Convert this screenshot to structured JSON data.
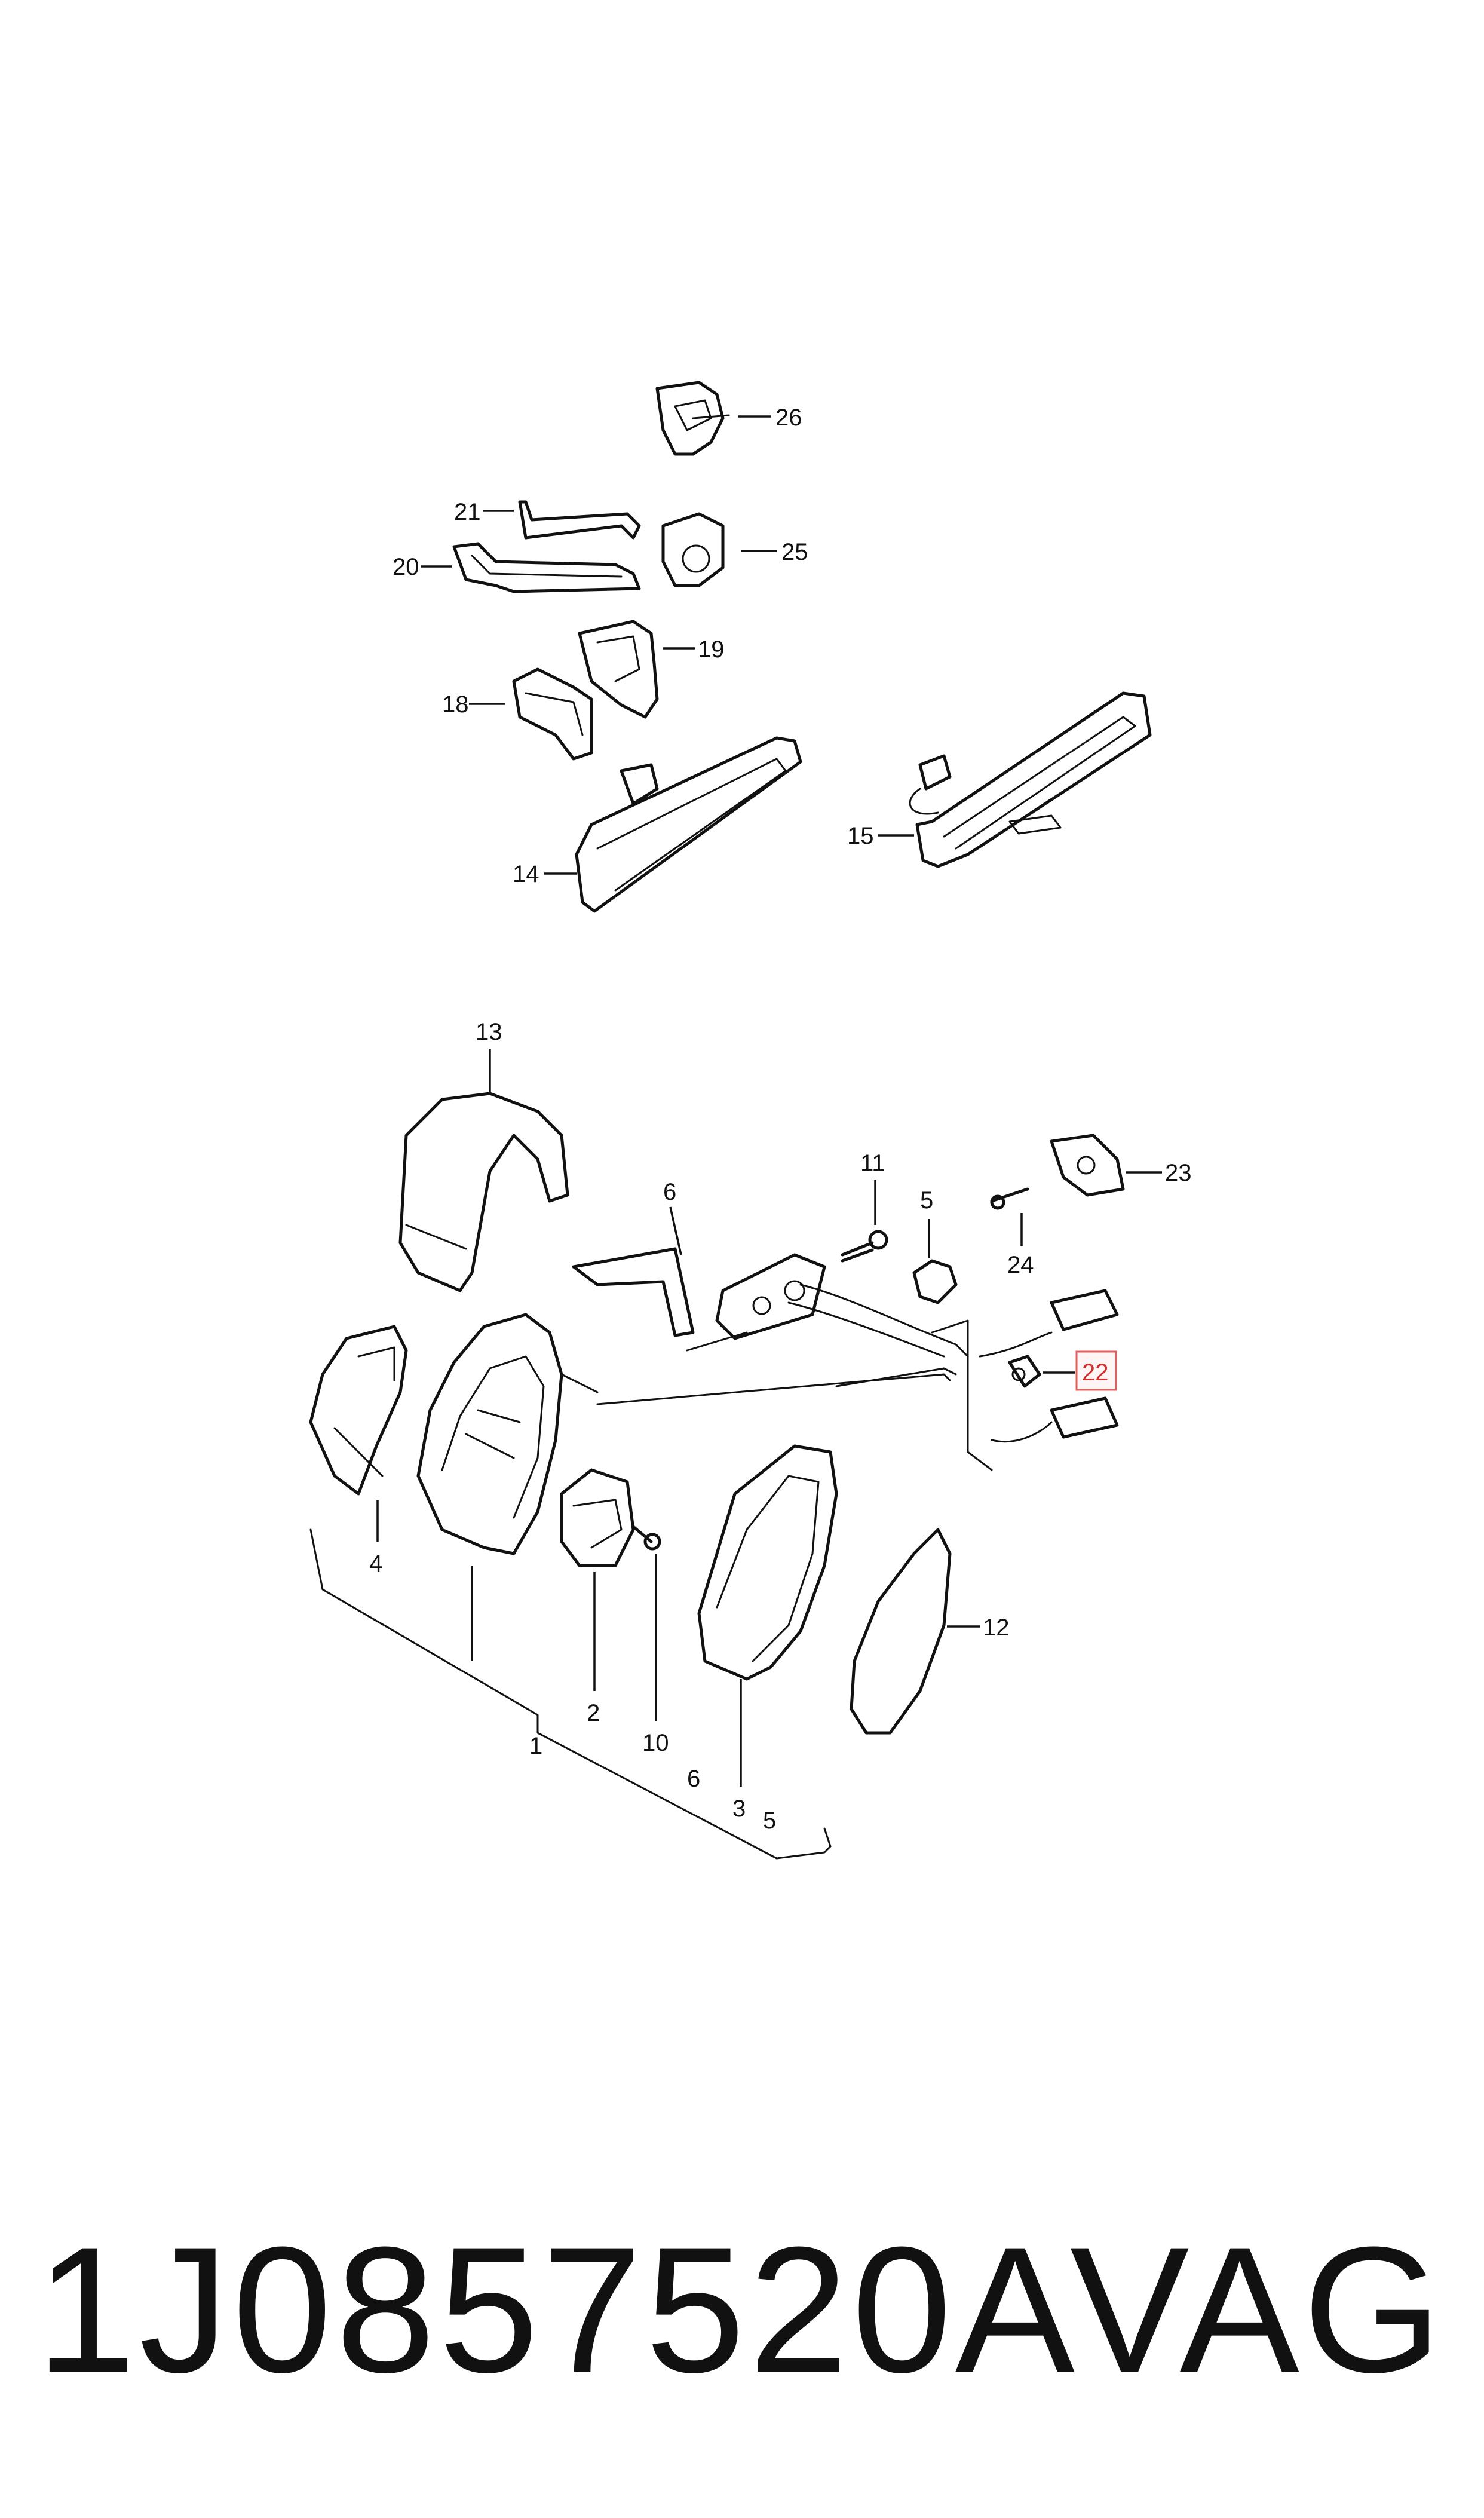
{
  "callouts": {
    "c1": "1",
    "c2": "2",
    "c3": "3",
    "c4": "4",
    "c5_top": "5",
    "c5_bottom": "5",
    "c6_top": "6",
    "c6_bottom": "6",
    "c10": "10",
    "c11": "11",
    "c12": "12",
    "c13": "13",
    "c14": "14",
    "c15": "15",
    "c18": "18",
    "c19": "19",
    "c20": "20",
    "c21": "21",
    "c22": "22",
    "c23": "23",
    "c24": "24",
    "c25": "25",
    "c26": "26"
  },
  "highlighted_callout": "22",
  "caption": {
    "part_number": "1J0857520A",
    "brand": "VAG"
  },
  "colors": {
    "line": "#111111",
    "highlight": "#e06060",
    "background": "#ffffff"
  }
}
